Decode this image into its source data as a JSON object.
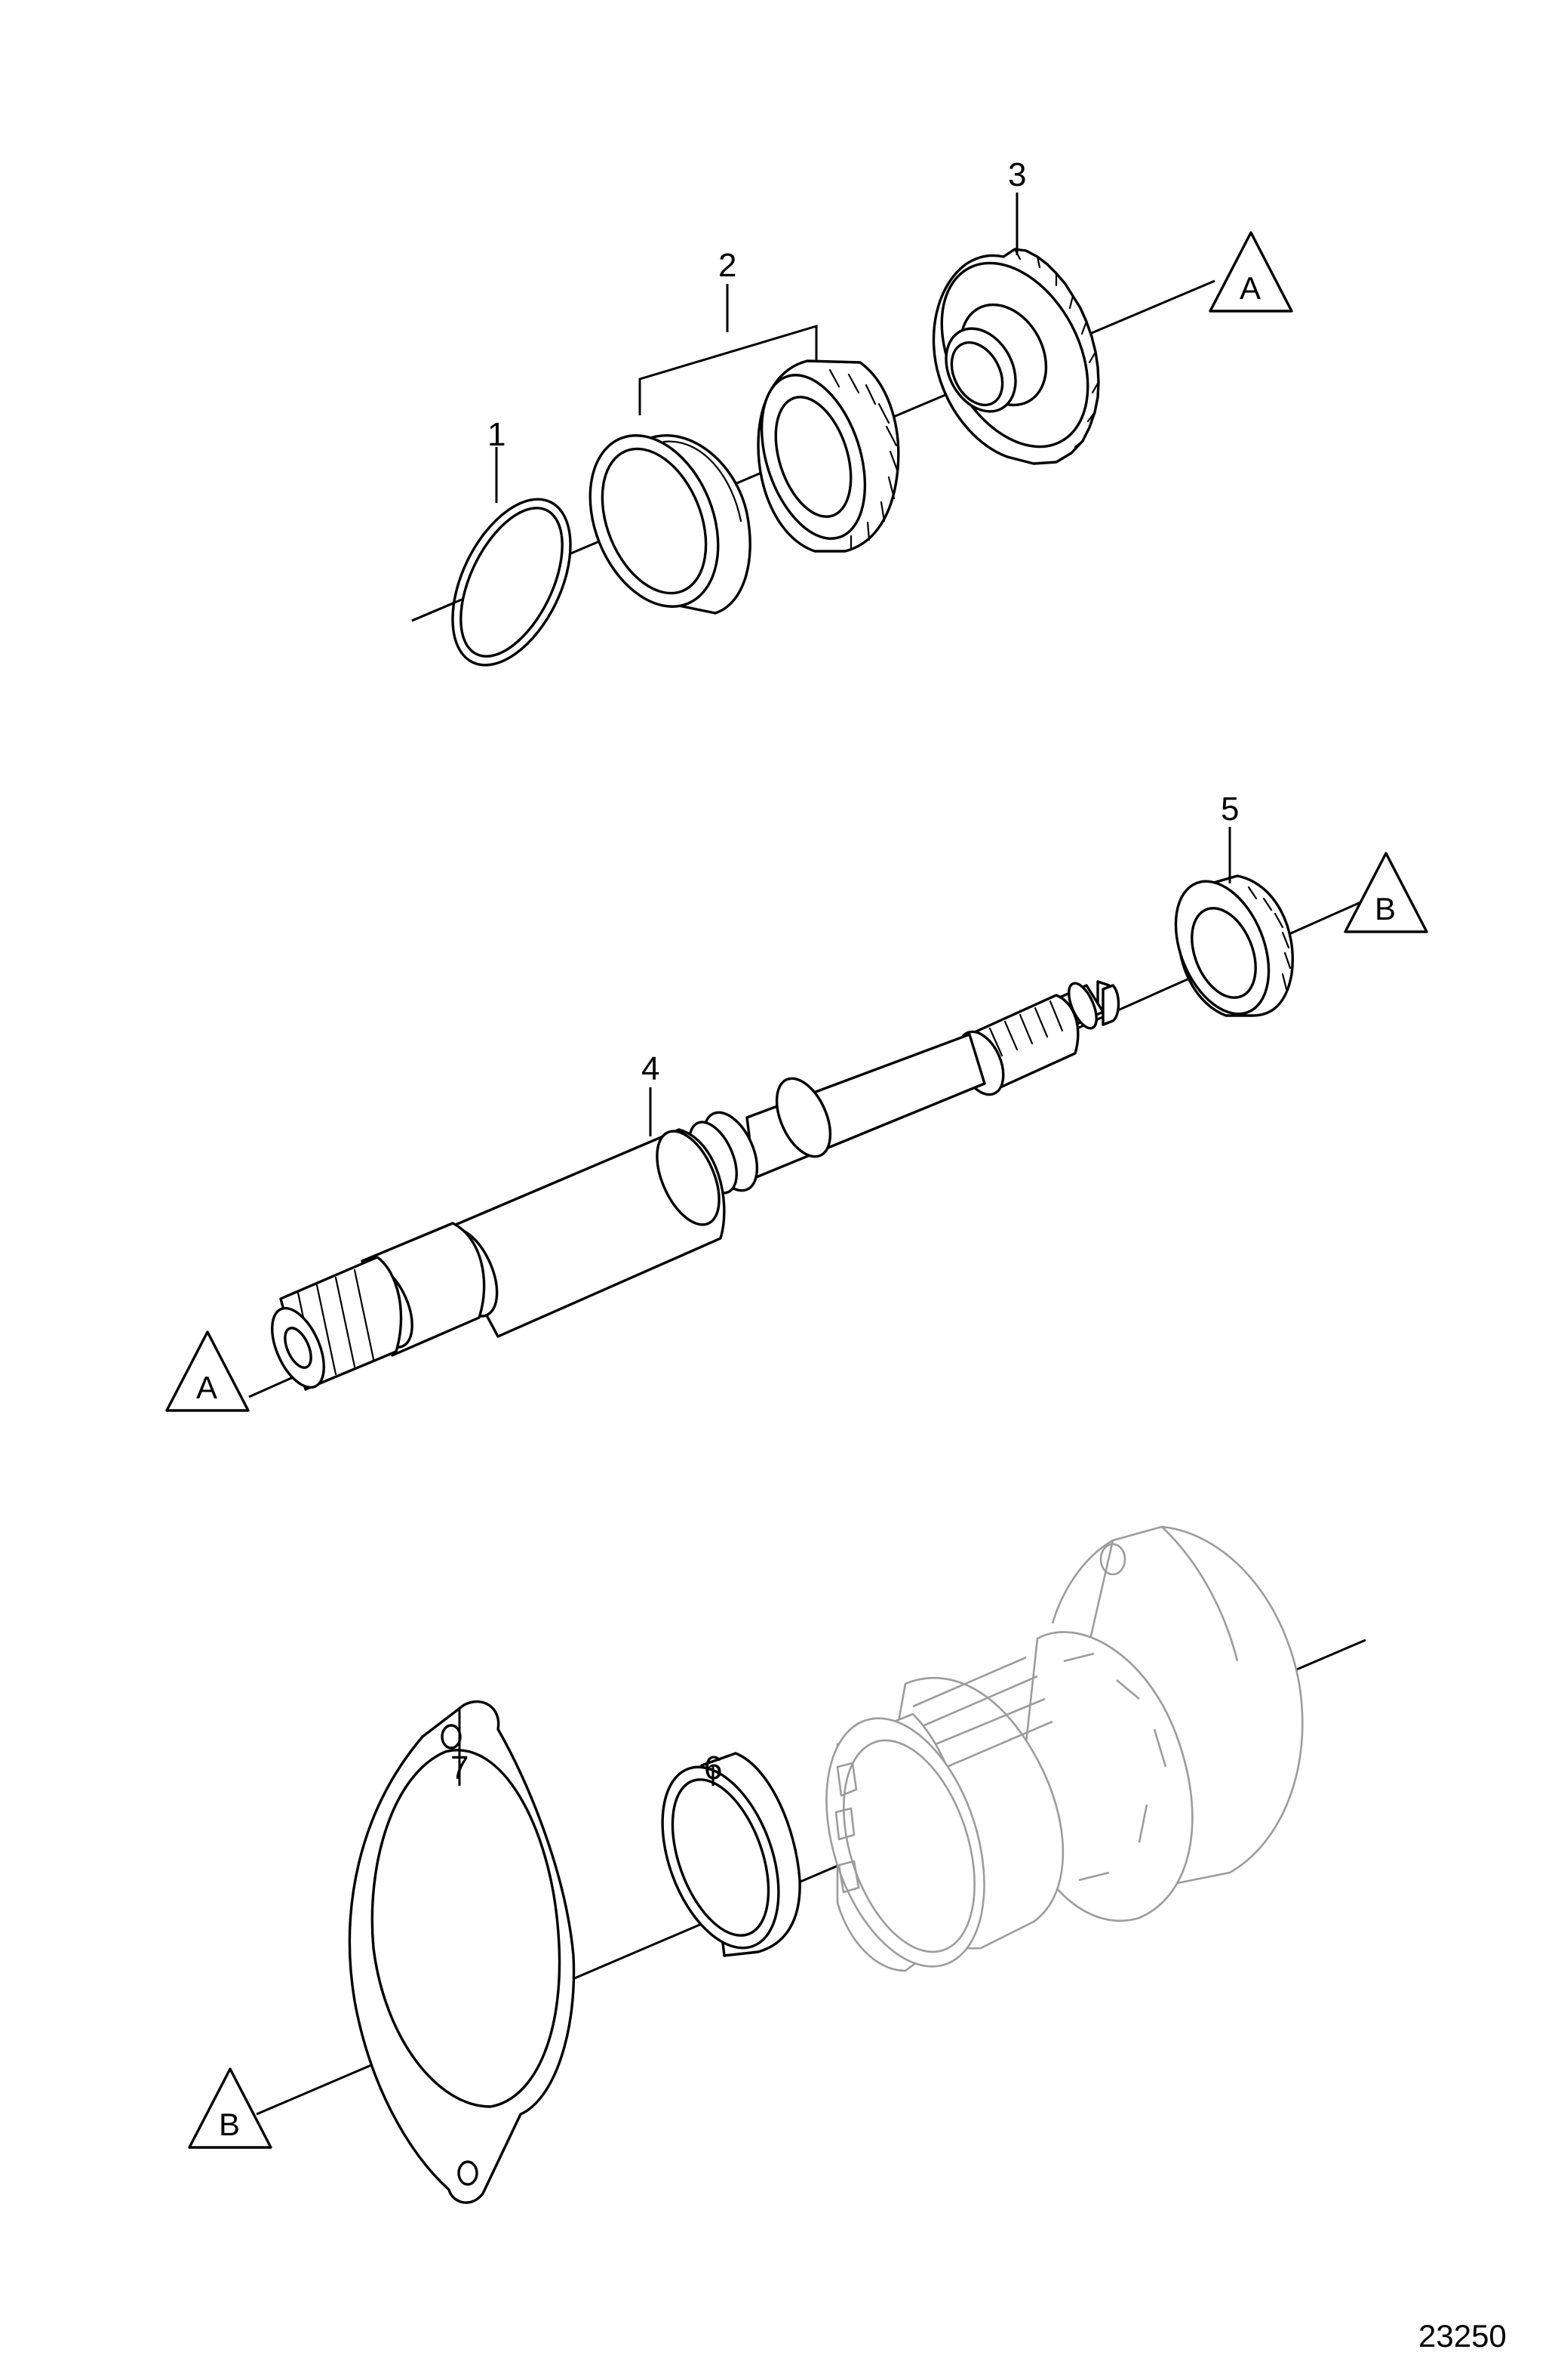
{
  "callouts": [
    {
      "id": "1",
      "label": "1"
    },
    {
      "id": "2",
      "label": "2"
    },
    {
      "id": "3",
      "label": "3"
    },
    {
      "id": "4",
      "label": "4"
    },
    {
      "id": "5",
      "label": "5"
    },
    {
      "id": "6",
      "label": "6"
    },
    {
      "id": "7",
      "label": "7"
    }
  ],
  "connectors": {
    "a_top": "A",
    "a_mid": "A",
    "b_mid": "B",
    "b_bottom": "B"
  },
  "reference_number": "23250"
}
